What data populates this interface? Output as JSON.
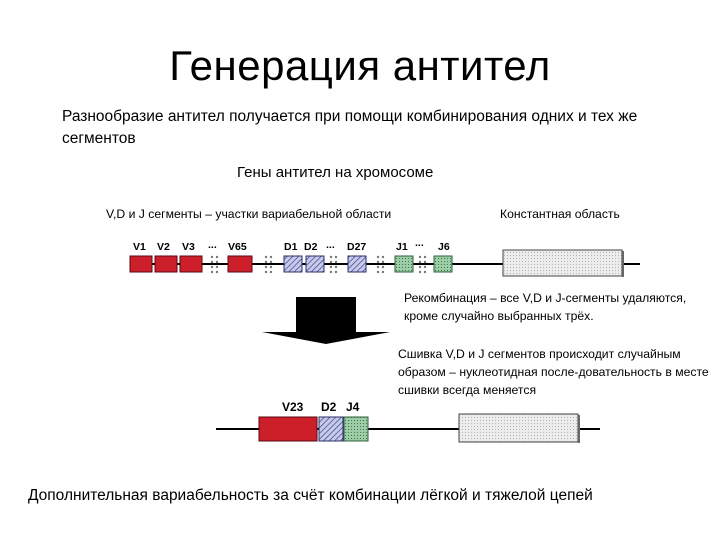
{
  "title": "Генерация антител",
  "subtitle": "Разнообразие антител получается при помощи комбинирования одних и тех же сегментов",
  "genes_heading": "Гены антител на хромосоме",
  "variable_region_label": "V,D и J сегменты – участки вариабельной области",
  "constant_region_label": "Константная область",
  "germline": {
    "v_segments": [
      "V1",
      "V2",
      "V3",
      "V65"
    ],
    "d_segments": [
      "D1",
      "D2",
      "D27"
    ],
    "j_segments": [
      "J1",
      "J6"
    ],
    "ellipsis": "..."
  },
  "recombination_note": "Рекомбинация – все V,D и J-сегменты удаляются, кроме случайно выбранных трёх.",
  "joining_note": "Сшивка V,D и J сегментов происходит случайным образом – нуклеотидная после-довательность в месте сшивки всегда меняется",
  "rearranged": {
    "v": "V23",
    "d": "D2",
    "j": "J4"
  },
  "footer_note": "Дополнительная вариабельность за счёт комбинации лёгкой и тяжелой цепей",
  "colors": {
    "v_segment": "#cc1f2a",
    "d_segment": "#b8bde0",
    "j_segment": "#8fc49a",
    "constant": "#e6e6e6",
    "arrow": "#000000"
  }
}
